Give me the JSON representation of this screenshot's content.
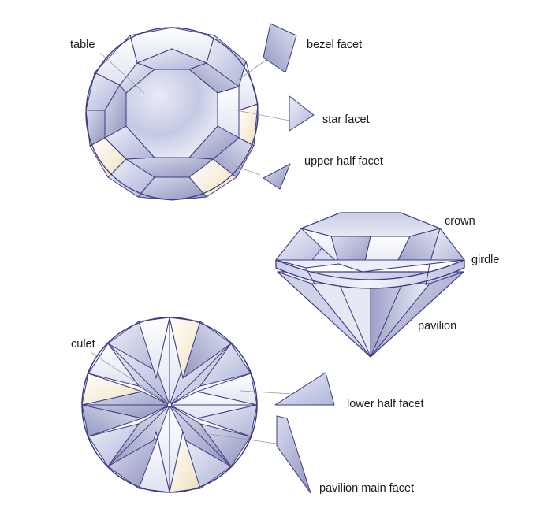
{
  "labels": {
    "table": "table",
    "bezel_facet": "bezel facet",
    "star_facet": "star facet",
    "upper_half_facet": "upper half facet",
    "crown": "crown",
    "girdle": "girdle",
    "pavilion": "pavilion",
    "culet": "culet",
    "lower_half_facet": "lower half facet",
    "pavilion_main_facet": "pavilion main facet"
  },
  "colors": {
    "outline": "#3e3c82",
    "facet_dark": "#8f94bd",
    "facet_mid": "#b7bedc",
    "facet_light": "#e6e9f4",
    "facet_warm": "#f4e7c9",
    "leader": "#9a9a9a"
  }
}
